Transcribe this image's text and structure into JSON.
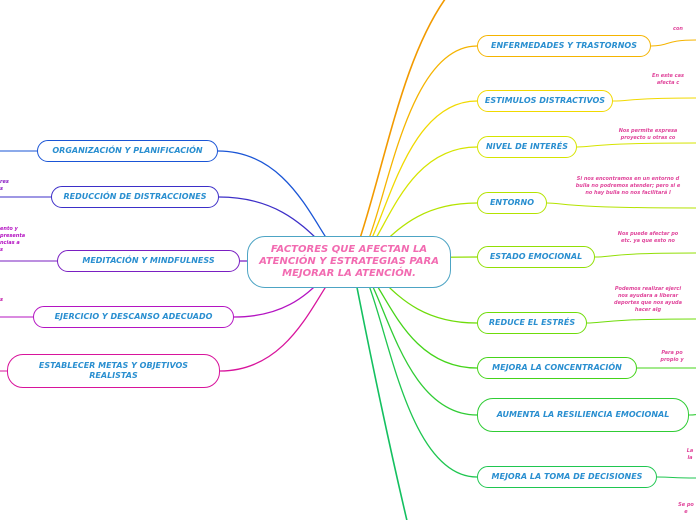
{
  "center": {
    "title": "FACTORES QUE AFECTAN LA ATENCIÓN Y ESTRATEGIAS PARA MEJORAR LA ATENCIÓN."
  },
  "right_nodes": [
    {
      "label": "ENFERMEDADES Y TRASTORNOS",
      "color": "#f5b400"
    },
    {
      "label": "ESTIMULOS DISTRACTIVOS",
      "color": "#f1d900"
    },
    {
      "label": "NIVEL DE INTERÉS",
      "color": "#d6e400"
    },
    {
      "label": "ENTORNO",
      "color": "#b4e300"
    },
    {
      "label": "ESTADO EMOCIONAL",
      "color": "#92df05"
    },
    {
      "label": "REDUCE EL ESTRÉS",
      "color": "#6fdc0a"
    },
    {
      "label": "MEJORA LA CONCENTRACIÓN",
      "color": "#45d41a"
    },
    {
      "label": "AUMENTA LA RESILIENCIA EMOCIONAL",
      "color": "#30cc35"
    },
    {
      "label": "MEJORA LA TOMA DE DECISIONES",
      "color": "#1fc650"
    }
  ],
  "left_nodes": [
    {
      "label": "ORGANIZACIÓN Y PLANIFICACIÓN",
      "color": "#1a55d6"
    },
    {
      "label": "REDUCCIÓN DE DISTRACCIONES",
      "color": "#3d2fc8"
    },
    {
      "label": "MEDITACIÓN Y MINDFULNESS",
      "color": "#7a1fc2"
    },
    {
      "label": "EJERCICIO Y DESCANSO ADECUADO",
      "color": "#b414c2"
    },
    {
      "label": "ESTABLECER METAS Y OBJETIVOS REALISTAS",
      "color": "#d8149c"
    }
  ],
  "right_notes": [
    "con",
    "En este cas|afecta c",
    "Nos permite expresa|proyecto u otras co",
    "Si nos encontramos en un entorno d|bulla no podremos atender; pero si e|no hay bulla no nos facilitará l",
    "Nos puede afectar po|etc. ya que esto no",
    "Podemos realizar ejerci|nos ayudara a liberar|deportes que nos ayuda|hacer alg",
    "Para po|propio y",
    "La|la",
    "Se po|e"
  ],
  "left_notes": [
    "res|s",
    "ento y|presenta|ncias a|s",
    "s"
  ]
}
